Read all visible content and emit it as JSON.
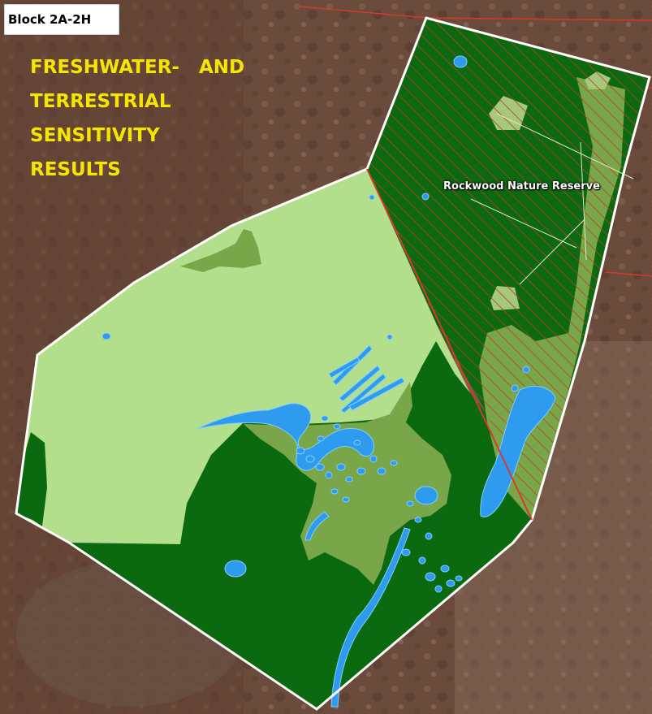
{
  "block_label": "Block 2A-2H",
  "heading_lines": [
    "FRESHWATER-   AND",
    "TERRESTRIAL",
    "SENSITIVITY",
    "RESULTS"
  ],
  "reserve_label": "Rockwood Nature Reserve",
  "colors": {
    "heading": "#f4e600",
    "high_sensitivity": "#0b6a10",
    "medium_sensitivity": "#7aa64a",
    "low_sensitivity": "#b3df8c",
    "freshwater": "#2e9bef",
    "reserve_hatch": "#c0392b",
    "boundary": "#ffffff",
    "satellite": "#6e4a3a"
  }
}
